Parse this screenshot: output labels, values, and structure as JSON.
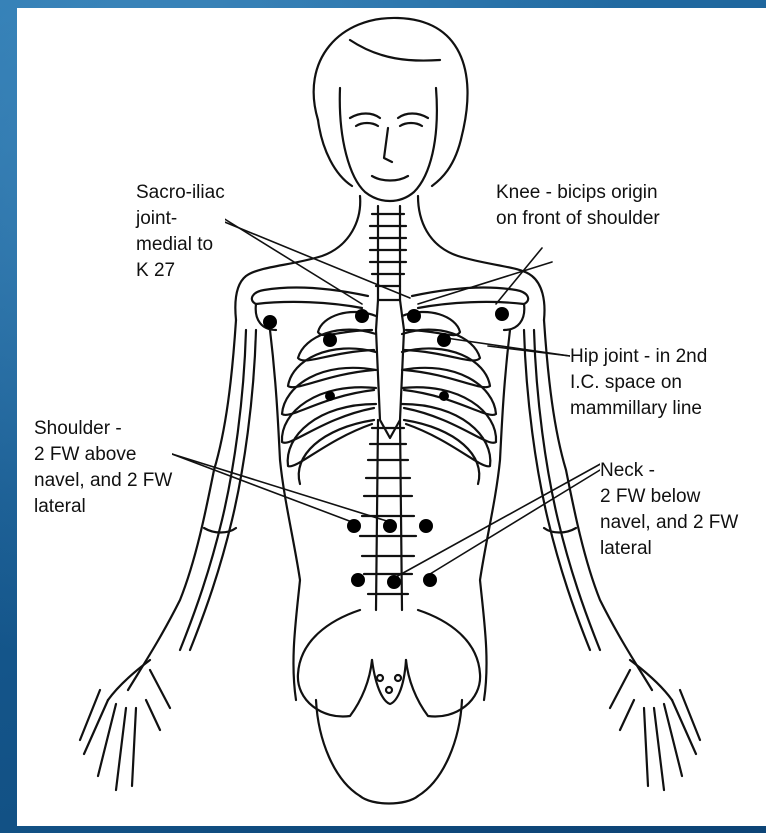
{
  "labels": {
    "sacroiliac": "Sacro-iliac\njoint-\nmedial to\nK 27",
    "knee": "Knee - bicips origin\non front of shoulder",
    "hip": "Hip joint - in 2nd\nI.C. space on\nmammillary line",
    "shoulder": "Shoulder -\n2 FW above\nnavel, and 2 FW\nlateral",
    "neck": "Neck -\n2 FW below\nnavel, and 2 FW\nlateral"
  },
  "colors": {
    "background": "#1a5f94",
    "panel": "#ffffff",
    "line": "#111111",
    "point": "#000000"
  }
}
